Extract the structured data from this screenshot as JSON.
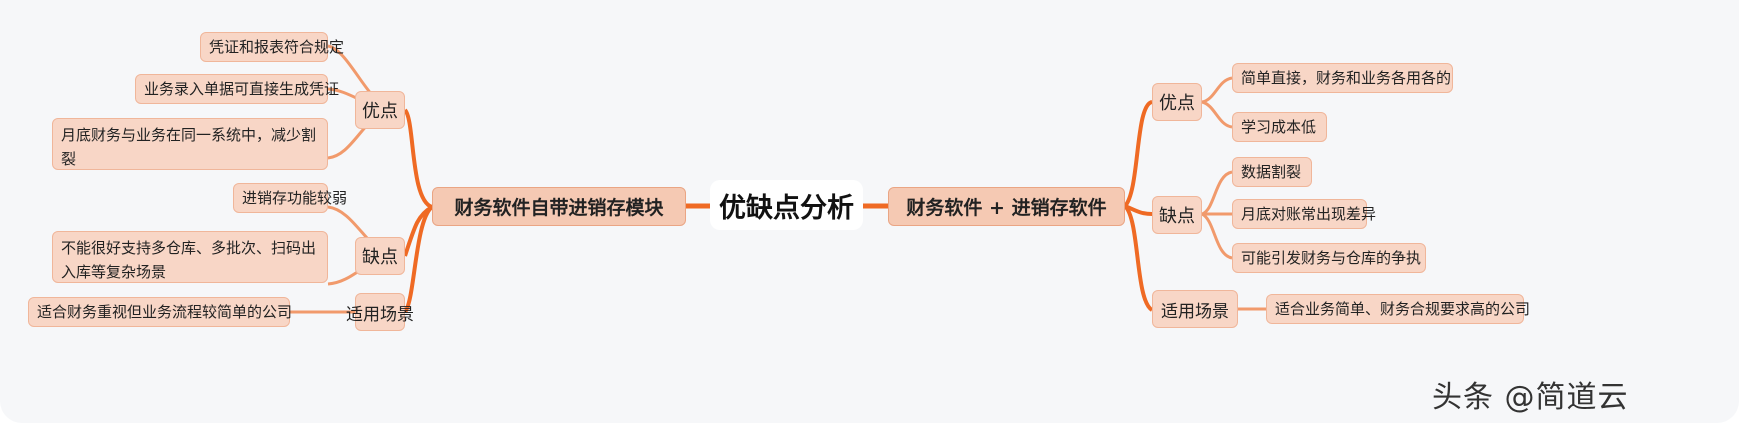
{
  "root": {
    "label": "优缺点分析"
  },
  "left": {
    "label": "财务软件自带进销存模块",
    "pros": {
      "label": "优点",
      "items": [
        "凭证和报表符合规定",
        "业务录入单据可直接生成凭证",
        "月底财务与业务在同一系统中，减少割裂"
      ]
    },
    "cons": {
      "label": "缺点",
      "items": [
        "进销存功能较弱",
        "不能很好支持多仓库、多批次、扫码出入库等复杂场景"
      ]
    },
    "scenario": {
      "label": "适用场景",
      "items": [
        "适合财务重视但业务流程较简单的公司"
      ]
    }
  },
  "right": {
    "label": "财务软件 + 进销存软件",
    "pros": {
      "label": "优点",
      "items": [
        "简单直接，财务和业务各用各的",
        "学习成本低"
      ]
    },
    "cons": {
      "label": "缺点",
      "items": [
        "数据割裂",
        "月底对账常出现差异",
        "可能引发财务与仓库的争执"
      ]
    },
    "scenario": {
      "label": "适用场景",
      "items": [
        "适合业务简单、财务合规要求高的公司"
      ]
    }
  },
  "watermark": "头条 @简道云",
  "colors": {
    "main_link": "#ef6a24",
    "sub_link": "#f19a6c",
    "node_fill": "#f8d6c6",
    "node_border": "#f0b69a",
    "background": "#f6f7f9"
  }
}
